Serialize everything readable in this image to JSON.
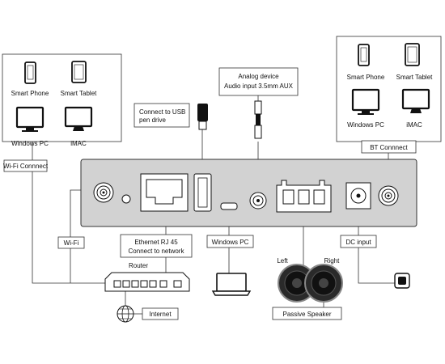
{
  "left_devices": {
    "smart_phone": "Smart Phone",
    "smart_tablet": "Smart Tablet",
    "windows_pc": "Windows PC",
    "imac": "iMAC"
  },
  "right_devices": {
    "smart_phone": "Smart Phone",
    "smart_tablet": "Smart Tablet",
    "windows_pc": "Windows PC",
    "imac": "iMAC"
  },
  "labels": {
    "wifi_connect": "Wi-Fi Connnect",
    "bt_connect": "BT Connnect",
    "usb_line1": "Connect to USB",
    "usb_line2": "pen drive",
    "analog_line1": "Analog device",
    "analog_line2": "Audio input 3.5mm AUX",
    "wifi": "Wi-Fi",
    "ethernet_line1": "Ethernet RJ 45",
    "ethernet_line2": "Connect to network",
    "windows_pc": "Windows PC",
    "dc_input": "DC input",
    "router": "Router",
    "internet": "Internet",
    "left": "Left",
    "right": "Right",
    "passive_speaker": "Passive Speaker"
  }
}
